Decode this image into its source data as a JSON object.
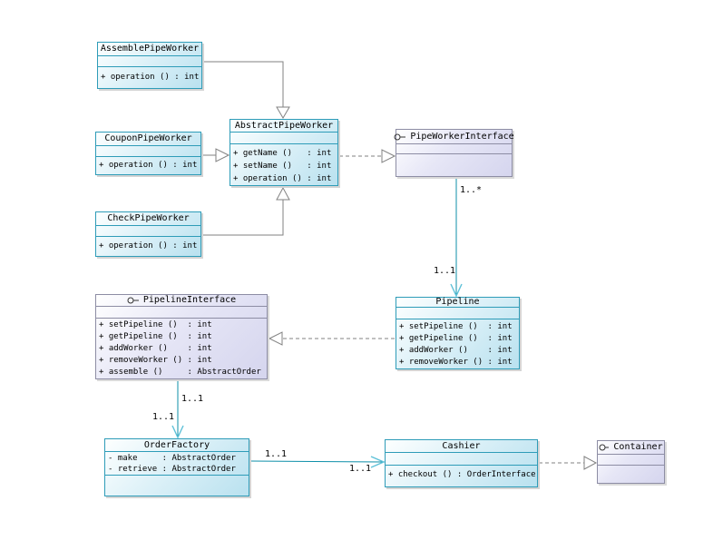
{
  "diagram": {
    "classes": {
      "assemble_pipe_worker": {
        "name": "AssemblePipeWorker",
        "methods": [
          "+ operation () : int"
        ]
      },
      "coupon_pipe_worker": {
        "name": "CouponPipeWorker",
        "methods": [
          "+ operation () : int"
        ]
      },
      "check_pipe_worker": {
        "name": "CheckPipeWorker",
        "methods": [
          "+ operation () : int"
        ]
      },
      "abstract_pipe_worker": {
        "name": "AbstractPipeWorker",
        "methods": [
          "+ getName ()   : int",
          "+ setName ()   : int",
          "+ operation () : int"
        ]
      },
      "pipe_worker_interface": {
        "name": "PipeWorkerInterface"
      },
      "pipeline": {
        "name": "Pipeline",
        "methods": [
          "+ setPipeline ()  : int",
          "+ getPipeline ()  : int",
          "+ addWorker ()    : int",
          "+ removeWorker () : int"
        ]
      },
      "pipeline_interface": {
        "name": "PipelineInterface",
        "methods": [
          "+ setPipeline ()  : int",
          "+ getPipeline ()  : int",
          "+ addWorker ()    : int",
          "+ removeWorker () : int",
          "+ assemble ()     : AbstractOrder"
        ]
      },
      "order_factory": {
        "name": "OrderFactory",
        "attributes": [
          "- make     : AbstractOrder",
          "- retrieve : AbstractOrder"
        ]
      },
      "cashier": {
        "name": "Cashier",
        "methods": [
          "+ checkout () : OrderInterface"
        ]
      },
      "container": {
        "name": "Container"
      }
    },
    "multiplicities": {
      "interface_to_pipeline_source": "1..*",
      "interface_to_pipeline_target": "1..1",
      "pipelineinterface_to_orderfactory_source": "1..1",
      "pipelineinterface_to_orderfactory_target": "1..1",
      "orderfactory_to_cashier_source": "1..1",
      "orderfactory_to_cashier_target": "1..1"
    },
    "colors": {
      "class_border": "#2e9cb8",
      "interface_border": "#8d8da4",
      "association_line": "#0e8fa9",
      "association_arrow": "#5ec1d8",
      "generalization_line": "#828282"
    }
  }
}
